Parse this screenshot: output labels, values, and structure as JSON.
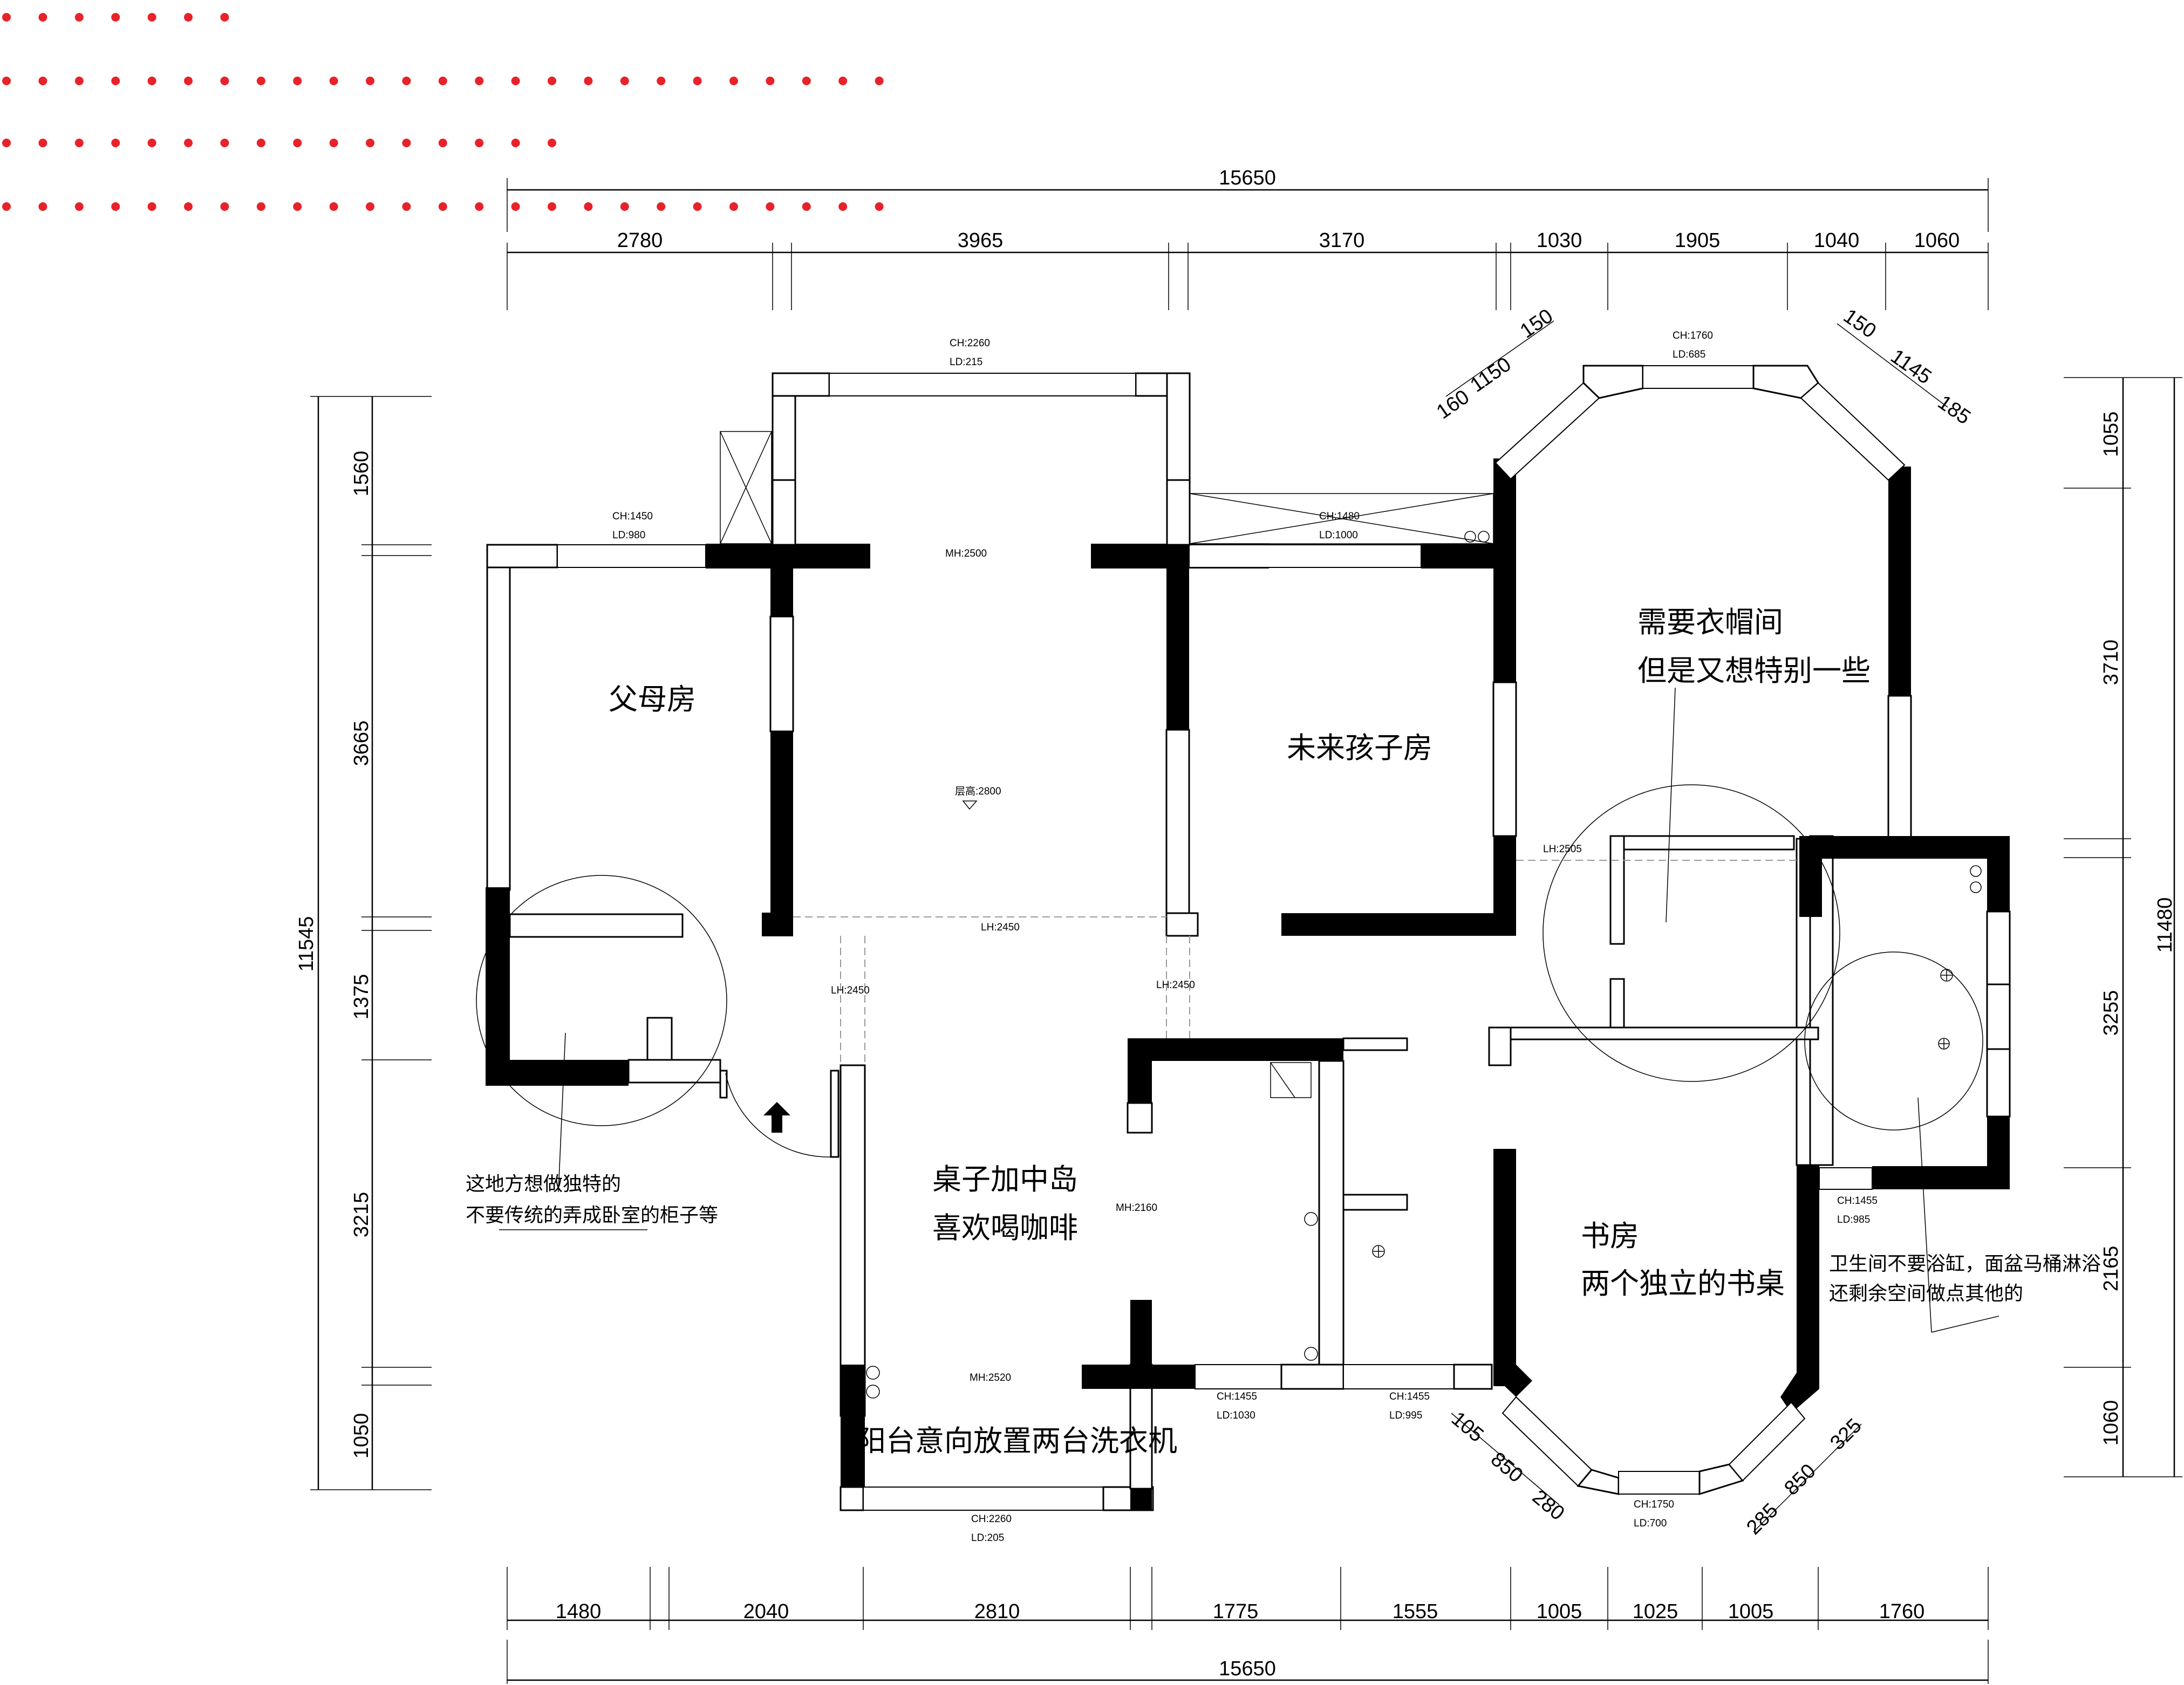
{
  "dimensions": {
    "total_top": "15650",
    "total_bottom": "15650",
    "top": [
      "2780",
      "3965",
      "3170",
      "1030",
      "1905",
      "1040",
      "1060"
    ],
    "bottom": [
      "1480",
      "2040",
      "2810",
      "1775",
      "1555",
      "1005",
      "1025",
      "1005",
      "1760"
    ],
    "left_total": "11545",
    "left": [
      "1560",
      "3665",
      "1375",
      "3215",
      "1050"
    ],
    "right_total": "11480",
    "right": [
      "1055",
      "3710",
      "3255",
      "2165",
      "1060"
    ],
    "bay_top_left": [
      "160",
      "1150",
      "150"
    ],
    "bay_top_right": [
      "150",
      "1145",
      "185"
    ],
    "bay_bottom_left": [
      "105",
      "850",
      "280"
    ],
    "bay_bottom_right": [
      "285",
      "850",
      "325"
    ]
  },
  "rooms": {
    "parents": "父母房",
    "child": "未来孩子房",
    "cloak_line1": "需要衣帽间",
    "cloak_line2": "但是又想特别一些",
    "island_line1": "桌子加中岛",
    "island_line2": "喜欢喝咖啡",
    "study_line1": "书房",
    "study_line2": "两个独立的书桌",
    "balcony": "阳台意向放置两台洗衣机"
  },
  "notes": {
    "wardrobe_line1": "这地方想做独特的",
    "wardrobe_line2": "不要传统的弄成卧室的柜子等",
    "bath_line1": "卫生间不要浴缸，面盆马桶淋浴",
    "bath_line2": "还剩余空间做点其他的"
  },
  "tags": {
    "win_top_a": "CH:2260",
    "win_top_b": "LD:215",
    "win_parent_a": "CH:1450",
    "win_parent_b": "LD:980",
    "mh_top": "MH:2500",
    "win_child_a": "CH:1480",
    "win_child_b": "LD:1000",
    "bay_top_a": "CH:1760",
    "bay_top_b": "LD:685",
    "ceiling": "层高:2800",
    "lh_corridor": "LH:2450",
    "lh_left": "LH:2450",
    "lh_right": "LH:2450",
    "lh_cloak": "LH:2505",
    "mh_kitchen": "MH:2160",
    "mh_balcony": "MH:2520",
    "win_kitchen_a": "CH:1455",
    "win_kitchen_b": "LD:1030",
    "win_bath2_a": "CH:1455",
    "win_bath2_b": "LD:995",
    "win_bath_a": "CH:1455",
    "win_bath_b": "LD:985",
    "bay_bottom_a": "CH:1750",
    "bay_bottom_b": "LD:700",
    "win_balcony_a": "CH:2260",
    "win_balcony_b": "LD:205"
  },
  "colors": {
    "dots": "#e8222a",
    "wall": "#000000"
  }
}
